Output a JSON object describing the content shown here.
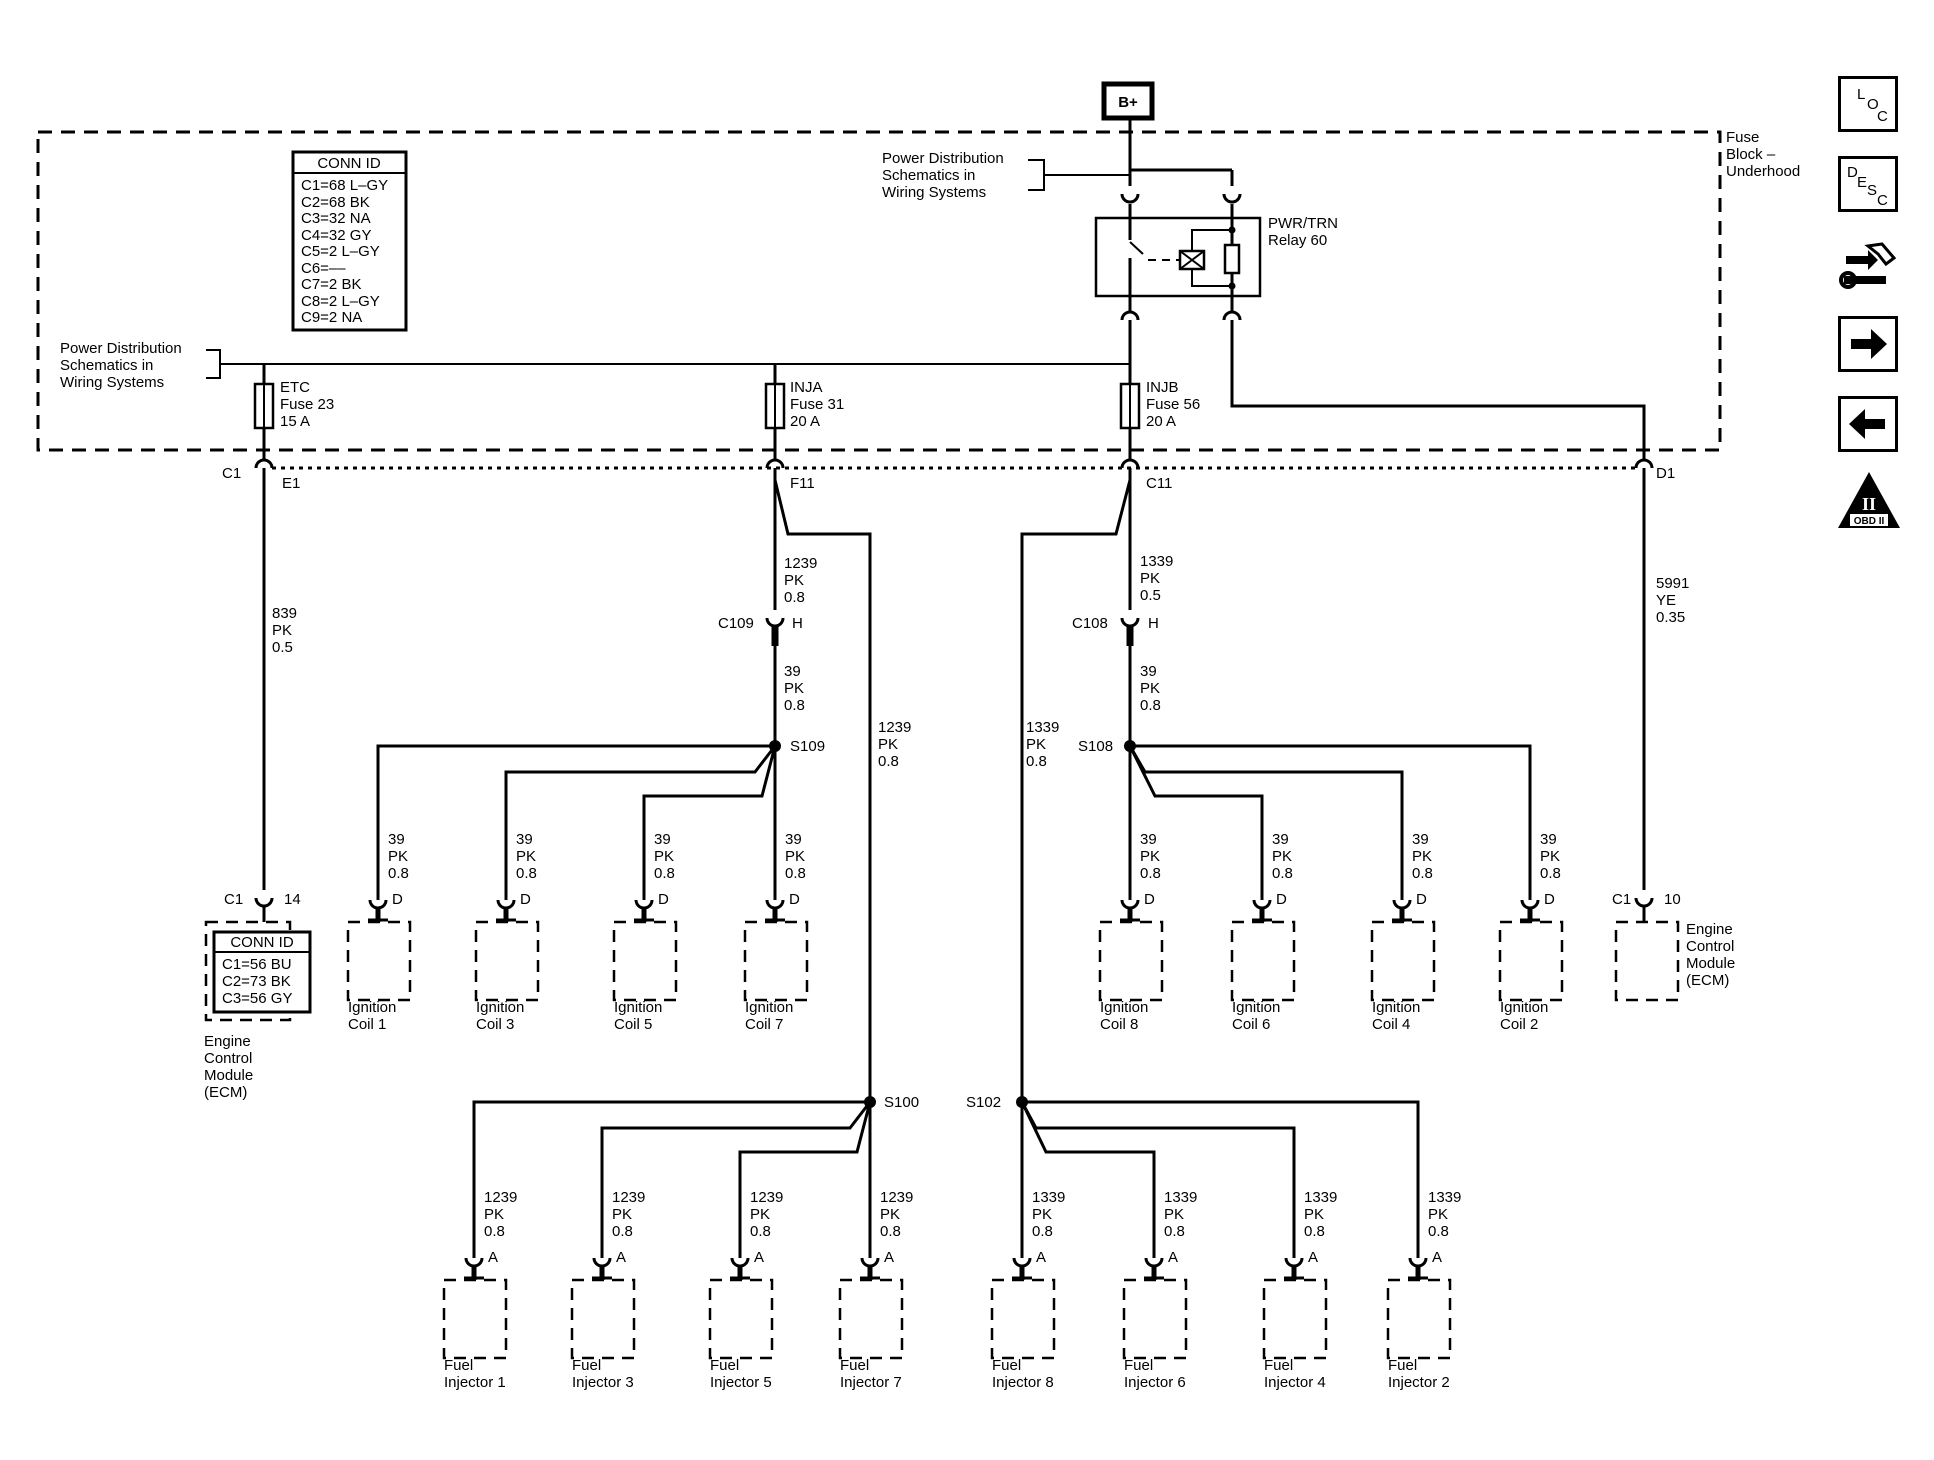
{
  "power": {
    "bplus": "B+"
  },
  "fuse_block": {
    "lines": [
      "Fuse",
      "Block –",
      "Underhood"
    ]
  },
  "power_dist_refs": {
    "top": [
      "Power Distribution",
      "Schematics in",
      "Wiring Systems"
    ],
    "left": [
      "Power Distribution",
      "Schematics in",
      "Wiring Systems"
    ]
  },
  "relay": {
    "lines": [
      "PWR/TRN",
      "Relay 60"
    ]
  },
  "conn_id_fuseblock": {
    "title": "CONN ID",
    "rows": [
      "C1=68 L–GY",
      "C2=68 BK",
      "C3=32 NA",
      "C4=32 GY",
      "C5=2 L–GY",
      "C6=––",
      "C7=2 BK",
      "C8=2 L–GY",
      "C9=2 NA"
    ]
  },
  "fuses": [
    {
      "lines": [
        "ETC",
        "Fuse 23",
        "15 A"
      ]
    },
    {
      "lines": [
        "INJA",
        "Fuse 31",
        "20 A"
      ]
    },
    {
      "lines": [
        "INJB",
        "Fuse 56",
        "20 A"
      ]
    }
  ],
  "block_pins": {
    "c1": "C1",
    "e1": "E1",
    "f11": "F11",
    "c11": "C11",
    "d1": "D1"
  },
  "wires": {
    "etc": [
      "839",
      "PK",
      "0.5"
    ],
    "inja_upper": [
      "1239",
      "PK",
      "0.8"
    ],
    "inja_lower": [
      "39",
      "PK",
      "0.8"
    ],
    "inja_bypass": [
      "1239",
      "PK",
      "0.8"
    ],
    "injb_upper": [
      "1339",
      "PK",
      "0.5"
    ],
    "injb_lower": [
      "39",
      "PK",
      "0.8"
    ],
    "injb_bypass": [
      "1339",
      "PK",
      "0.8"
    ],
    "relay_out": [
      "5991",
      "YE",
      "0.35"
    ],
    "coil_feed": [
      "39",
      "PK",
      "0.8"
    ],
    "inj_a_feed": [
      "1239",
      "PK",
      "0.8"
    ],
    "inj_b_feed": [
      "1339",
      "PK",
      "0.8"
    ]
  },
  "connectors": {
    "c109": "C109",
    "c108": "C108",
    "h": "H",
    "d": "D",
    "a": "A"
  },
  "splices": {
    "s109": "S109",
    "s108": "S108",
    "s100": "S100",
    "s102": "S102"
  },
  "ecm_left": {
    "pin_conn": "C1",
    "pin": "14",
    "conn_title": "CONN ID",
    "conn_rows": [
      "C1=56 BU",
      "C2=73 BK",
      "C3=56 GY"
    ],
    "label": [
      "Engine",
      "Control",
      "Module",
      "(ECM)"
    ]
  },
  "ecm_right": {
    "pin_conn": "C1",
    "pin": "10",
    "label": [
      "Engine",
      "Control",
      "Module",
      "(ECM)"
    ]
  },
  "coils": [
    {
      "lines": [
        "Ignition",
        "Coil 1"
      ]
    },
    {
      "lines": [
        "Ignition",
        "Coil 3"
      ]
    },
    {
      "lines": [
        "Ignition",
        "Coil 5"
      ]
    },
    {
      "lines": [
        "Ignition",
        "Coil 7"
      ]
    },
    {
      "lines": [
        "Ignition",
        "Coil 8"
      ]
    },
    {
      "lines": [
        "Ignition",
        "Coil 6"
      ]
    },
    {
      "lines": [
        "Ignition",
        "Coil 4"
      ]
    },
    {
      "lines": [
        "Ignition",
        "Coil 2"
      ]
    }
  ],
  "injectors": [
    {
      "lines": [
        "Fuel",
        "Injector 1"
      ]
    },
    {
      "lines": [
        "Fuel",
        "Injector 3"
      ]
    },
    {
      "lines": [
        "Fuel",
        "Injector 5"
      ]
    },
    {
      "lines": [
        "Fuel",
        "Injector 7"
      ]
    },
    {
      "lines": [
        "Fuel",
        "Injector 8"
      ]
    },
    {
      "lines": [
        "Fuel",
        "Injector 6"
      ]
    },
    {
      "lines": [
        "Fuel",
        "Injector 4"
      ]
    },
    {
      "lines": [
        "Fuel",
        "Injector 2"
      ]
    }
  ],
  "nav": {
    "loc": [
      "L",
      "O",
      "C"
    ],
    "desc": [
      "D",
      "E",
      "S",
      "C"
    ],
    "obd": [
      "II",
      "OBD II"
    ]
  },
  "icons": [
    "loc-icon",
    "desc-icon",
    "connector-wrench-icon",
    "arrow-right-icon",
    "arrow-left-icon",
    "obd-ii-icon"
  ]
}
